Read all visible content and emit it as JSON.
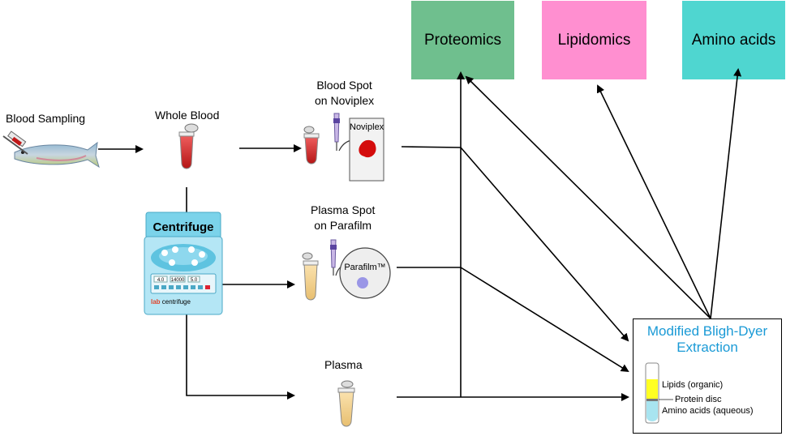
{
  "stages": {
    "blood_sampling": "Blood Sampling",
    "whole_blood": "Whole Blood",
    "centrifuge": "Centrifuge",
    "blood_spot_line1": "Blood Spot",
    "blood_spot_line2": "on Noviplex",
    "noviplex_card": "Noviplex",
    "plasma_spot_line1": "Plasma Spot",
    "plasma_spot_line2": "on Parafilm",
    "parafilm_disc": "Parafilm™",
    "plasma": "Plasma"
  },
  "centrifuge_panel": {
    "readout_1": "4.0",
    "readout_2": "14000",
    "readout_3": "5.0",
    "brand": "lab",
    "brand_suffix": "centrifuge"
  },
  "outputs": {
    "proteomics": "Proteomics",
    "lipidomics": "Lipidomics",
    "amino_acids": "Amino acids"
  },
  "extraction": {
    "title_line1": "Modified Bligh-Dyer",
    "title_line2": "Extraction",
    "layer_lipids": "Lipids (organic)",
    "layer_protein": "Protein disc",
    "layer_amino": "Amino acids (aqueous)"
  },
  "colors": {
    "proteomics": "#6fbf8e",
    "lipidomics": "#ff8fd0",
    "amino_acids": "#4fd6d0",
    "extraction_title": "#1a9ad6",
    "blood": "#d42020",
    "plasma": "#f3d08a"
  }
}
